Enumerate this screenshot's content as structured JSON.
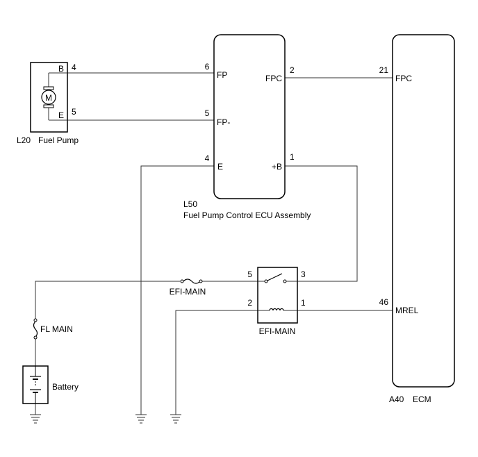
{
  "fuel_pump": {
    "code": "L20",
    "name": "Fuel Pump",
    "motor_symbol": "M",
    "terminals": [
      {
        "label": "B",
        "pin": "4"
      },
      {
        "label": "E",
        "pin": "5"
      }
    ]
  },
  "fp_ecu": {
    "code": "L50",
    "name": "Fuel Pump Control ECU Assembly",
    "terminals": {
      "fp": {
        "label": "FP",
        "pin": "6"
      },
      "fpm": {
        "label": "FP-",
        "pin": "5"
      },
      "e": {
        "label": "E",
        "pin": "4"
      },
      "fpc": {
        "label": "FPC",
        "pin": "2"
      },
      "plusb": {
        "label": "+B",
        "pin": "1"
      }
    }
  },
  "ecm": {
    "code": "A40",
    "name": "ECM",
    "terminals": {
      "fpc": {
        "label": "FPC",
        "pin": "21"
      },
      "mrel": {
        "label": "MREL",
        "pin": "46"
      }
    }
  },
  "relay": {
    "name": "EFI-MAIN",
    "pins": {
      "contact_in": "5",
      "contact_out": "3",
      "coil_a": "2",
      "coil_b": "1"
    }
  },
  "fuse_efi": {
    "name": "EFI-MAIN"
  },
  "fuse_fl": {
    "name": "FL MAIN"
  },
  "battery": {
    "name": "Battery"
  }
}
